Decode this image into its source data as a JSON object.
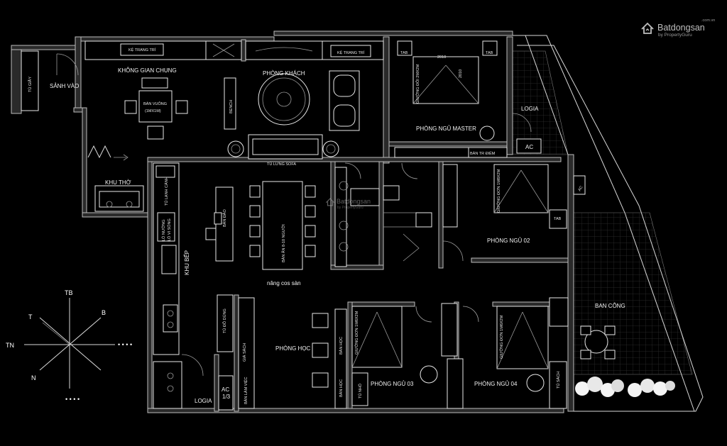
{
  "brand": {
    "name": "Batdongsan",
    "domain": ".com.vn",
    "sub": "by PropertyGuru"
  },
  "watermark": {
    "name": "Batdongsan",
    "sub": "by PropertyGuru"
  },
  "rooms": {
    "sanh_vao": "SẢNH VÀO",
    "tu_giay": "TỦ GIẦY",
    "khong_gian_chung": "KHÔNG GIAN CHUNG",
    "ban_vuong": "BÀN VUÔNG",
    "ban_vuong_size": "(1MX1M)",
    "ke_trang_tri_1": "KỆ TRANG TRÍ",
    "ke_trang_tri_2": "KỆ TRANG TRÍ",
    "phong_khach": "PHÒNG KHÁCH",
    "bench": "BENCH",
    "tu_lung_sofa": "TỦ LƯNG SOFA",
    "tab_1": "TAB",
    "tab_2": "TAB",
    "tab_3": "TAB",
    "bed_master_size": "GIƯỜNG ĐÔI 2MX2M",
    "dim_2010_a": "2010",
    "dim_2010_b": "2010",
    "phong_ngu_master": "PHÒNG NGỦ MASTER",
    "ban_tr_diem": "BÀN TR ĐIỂM",
    "logia_1": "LOGIA",
    "ac_1": "AC",
    "khu_tho": "KHU THỜ",
    "khu_bep": "KHU BẾP",
    "tu_lanh_canh": "TỦ LẠNH CÁNH",
    "lo_nuong": "LÒ NƯỚNG",
    "lo_vi_song": "LÒ VI SÓNG",
    "ban_dao": "BÀN ĐẢO",
    "ban_an": "BÀN ĂN 8-10 NGƯỜI",
    "nang_cos_san": "nâng cos sàn",
    "phong_ngu_02": "PHÒNG NGỦ 02",
    "bed_02_size": "GIƯỜNG ĐƠN 1M8X2M",
    "ac_2": "AC",
    "ban_cong": "BAN CÔNG",
    "gia_sach": "GIÁ SÁCH",
    "tu_do_dung": "TỦ ĐỒ DÙNG",
    "phong_hoc": "PHÒNG HỌC",
    "ban_hoc_1": "BÀN HỌC",
    "ban_hoc_2": "BÀN HỌC",
    "ban_lam_viec": "BÀN LÀM VIỆC",
    "bed_03_size": "GIƯỜNG ĐƠN 1M6X2M",
    "phong_ngu_03": "PHÒNG NGỦ 03",
    "tu_nho": "TỦ NHỎ",
    "bed_04_size": "GIƯỜNG ĐƠN 1M6X2M",
    "phong_ngu_04": "PHÒNG NGỦ 04",
    "tu_sach": "TỦ SÁCH",
    "logia_2": "LOGIA",
    "ac_3": "AC",
    "ac_3b": "1/3"
  },
  "compass": {
    "tb": "TB",
    "t": "T",
    "b": "B",
    "tn": "TN",
    "n": "N",
    "dots_1": "• • • •",
    "dots_2": "• • • •"
  },
  "colors": {
    "background": "#000000",
    "wall": "#2a2a2a",
    "line": "#d9d9d9"
  }
}
